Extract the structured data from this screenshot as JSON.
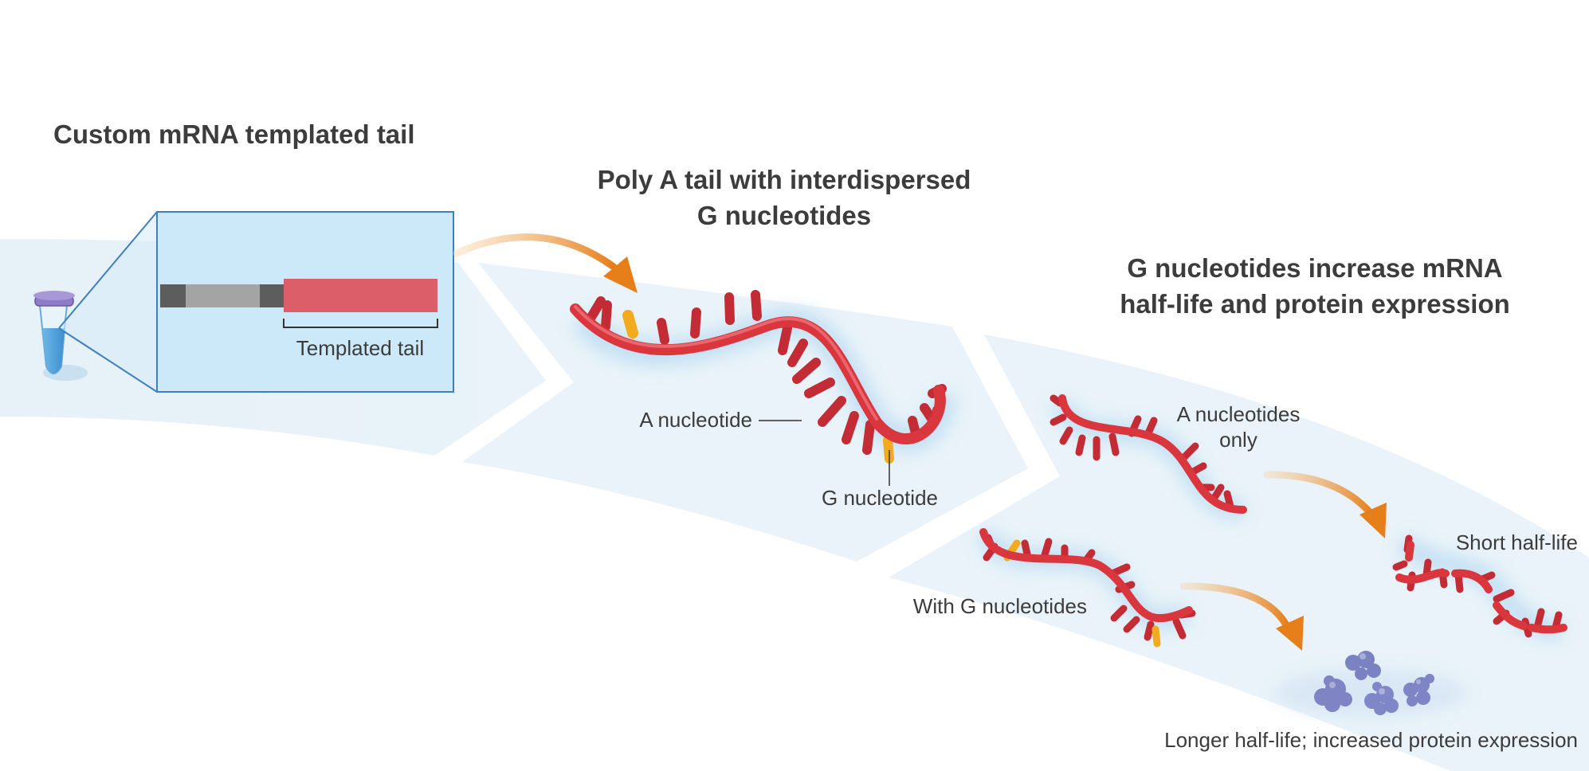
{
  "panels": {
    "custom_template": {
      "title": "Custom mRNA templated tail",
      "template_label": "Templated tail"
    },
    "poly_a": {
      "title_line1": "Poly A tail with interdispersed",
      "title_line2": "G nucleotides",
      "a_label": "A nucleotide",
      "g_label": "G nucleotide"
    },
    "outcome": {
      "title_line1": "G nucleotides increase mRNA",
      "title_line2": "half-life and protein expression",
      "a_only_line1": "A nucleotides",
      "a_only_line2": "only",
      "with_g_label": "With G nucleotides",
      "short_label": "Short half-life",
      "longer_label": "Longer half-life; increased protein expression"
    }
  },
  "colors": {
    "band": "#e9f3f9",
    "mrna": "#d9363e",
    "mrna_dark": "#a11e27",
    "g_nucleotide": "#f2ab1e",
    "arrow": "#ea8a24",
    "template_box": "#cbe9f8",
    "template_border": "#3e7fc4",
    "tail_bar": "#dc5e68",
    "protein": "#7e84c4"
  }
}
